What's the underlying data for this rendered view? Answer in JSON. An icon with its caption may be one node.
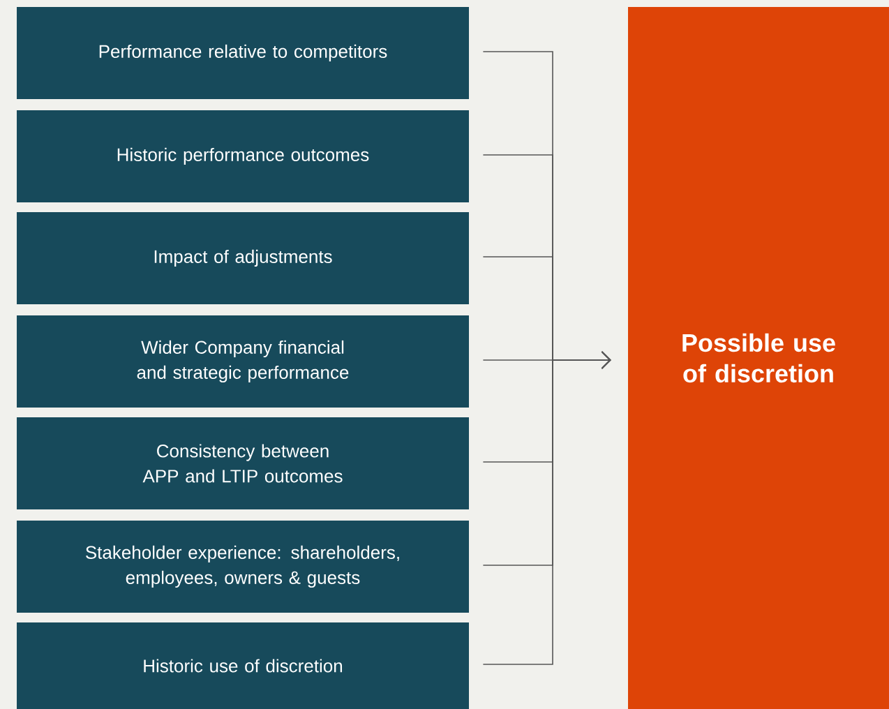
{
  "diagram": {
    "nodes": [
      {
        "text": [
          "Performance relative to competitors"
        ]
      },
      {
        "text": [
          "Historic performance outcomes"
        ]
      },
      {
        "text": [
          "Impact of adjustments"
        ]
      },
      {
        "text": [
          "Wider Company financial and strategic performance"
        ]
      },
      {
        "text": [
          "Consistency between APP and LTIP outcomes"
        ]
      },
      {
        "text": [
          "Stakeholder experience: shareholders, employees, owners & guests"
        ]
      },
      {
        "text": [
          "Historic use of discretion"
        ]
      },
      {
        "text": [
          "Possible use of discretion"
        ]
      }
    ],
    "edges": [
      {
        "from": 0,
        "to": 7,
        "arrow": "to"
      },
      {
        "from": 1,
        "to": 7,
        "arrow": "to"
      },
      {
        "from": 2,
        "to": 7,
        "arrow": "to"
      },
      {
        "from": 3,
        "to": 7,
        "arrow": "to"
      },
      {
        "from": 4,
        "to": 7,
        "arrow": "to"
      },
      {
        "from": 5,
        "to": 7,
        "arrow": "to"
      },
      {
        "from": 6,
        "to": 7,
        "arrow": "to"
      }
    ]
  }
}
